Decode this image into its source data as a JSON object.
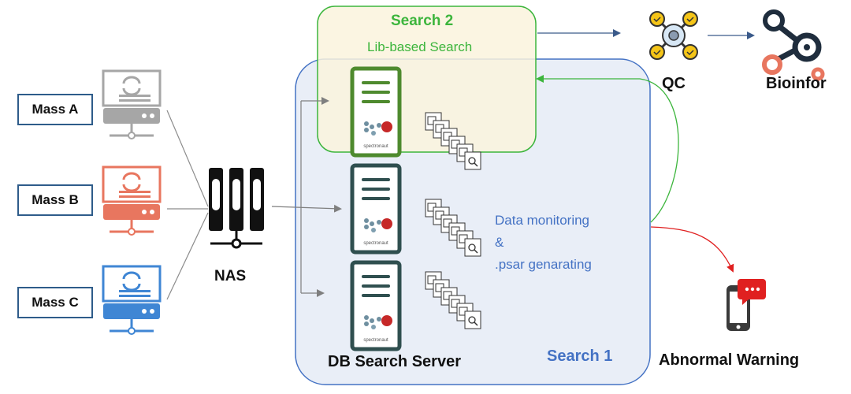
{
  "mass_instruments": [
    {
      "label": "Mass A",
      "color": "#a6a6a6"
    },
    {
      "label": "Mass B",
      "color": "#e8765f"
    },
    {
      "label": "Mass C",
      "color": "#3f86d4"
    }
  ],
  "storage": {
    "label": "NAS"
  },
  "search2": {
    "title": "Search 2",
    "subtitle": "Lib-based Search",
    "color": "#3cb53c",
    "fill": "#faf3dd"
  },
  "search1": {
    "label": "Search 1",
    "color": "#4472c4",
    "fill": "#e9eef7"
  },
  "db_server": {
    "label": "DB Search Server",
    "server_color": "#2f4f4f",
    "accent": "#4e8a2e"
  },
  "monitoring": {
    "line1": "Data monitoring",
    "line2": "&",
    "line3": ".psar genarating",
    "color": "#4472c4"
  },
  "qc": {
    "label": "QC"
  },
  "bioinfor": {
    "label": "Bioinfor"
  },
  "warning": {
    "label": "Abnormal Warning",
    "arrow_color": "#e02020"
  },
  "icons": {
    "server": "server-icon",
    "nas": "nas-storage-icon",
    "spectronaut": "spectronaut-logo",
    "files": "file-stack-icon",
    "qc": "qc-gear-icon",
    "bioinfor": "network-icon",
    "phone": "phone-alert-icon"
  }
}
